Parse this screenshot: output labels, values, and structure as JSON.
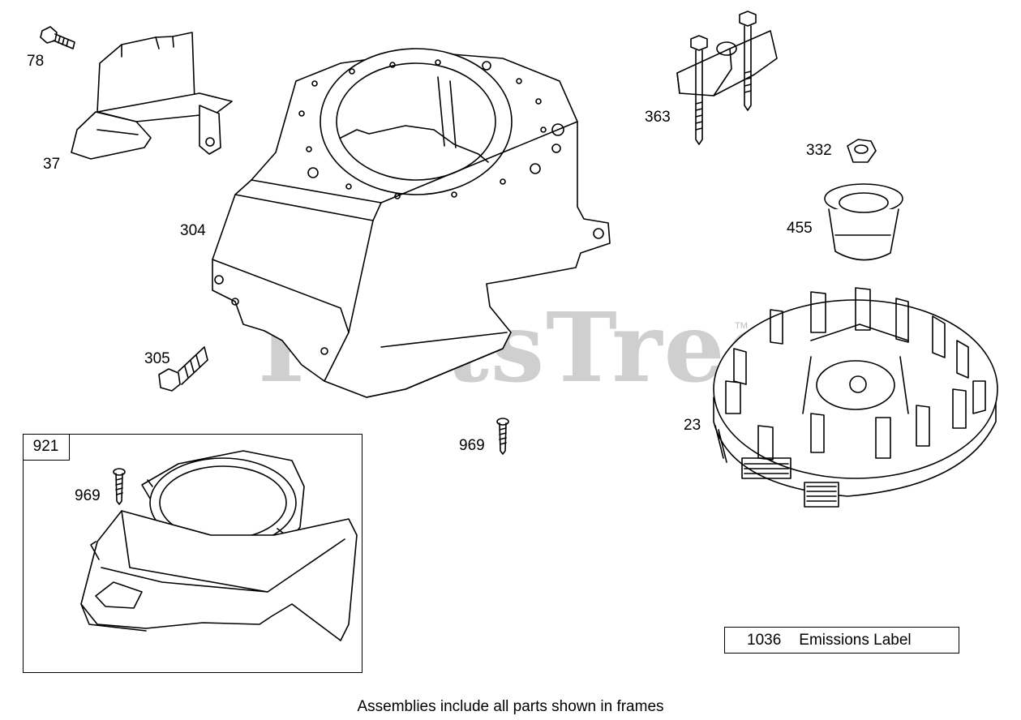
{
  "watermark": {
    "text": "PartsTree",
    "tm": "TM"
  },
  "callouts": {
    "c78": "78",
    "c37": "37",
    "c304": "304",
    "c305": "305",
    "c969a": "969",
    "c363": "363",
    "c332": "332",
    "c455": "455",
    "c23": "23",
    "c969b": "969"
  },
  "frame": {
    "tag": "921"
  },
  "emissions": {
    "number": "1036",
    "label": "Emissions Label"
  },
  "caption": "Assemblies include all parts shown in frames"
}
